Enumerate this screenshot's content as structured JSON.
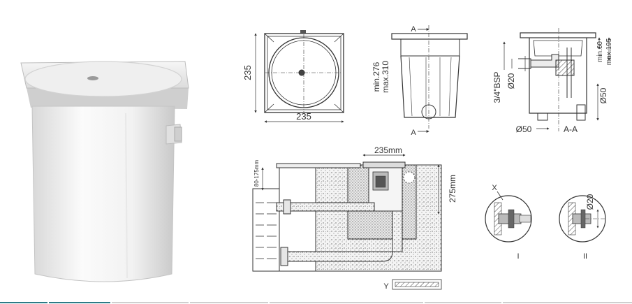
{
  "front_view": {
    "width": "235",
    "height": "235"
  },
  "side_view": {
    "min_label": "min.276",
    "max_label": "max.310",
    "section_label_top": "A",
    "section_label_bottom": "A"
  },
  "section_view": {
    "thread_label": "3/4\"BSP",
    "bore_label": "Ø20",
    "outlet_label": "Ø50",
    "bottom_label": "Ø50",
    "min_label": "min.60",
    "max_label": "max.195",
    "section_name": "A-A"
  },
  "install_view": {
    "width": "235mm",
    "depth": "275mm",
    "water_range": "80-175mm",
    "detail_label": "Y"
  },
  "detail_views": {
    "marker": "X",
    "detail1": "I",
    "detail2": "II",
    "bore": "Ø20"
  },
  "colors": {
    "line": "#333333",
    "accent": "#2d7a86",
    "rule": "#cfcfcf"
  }
}
